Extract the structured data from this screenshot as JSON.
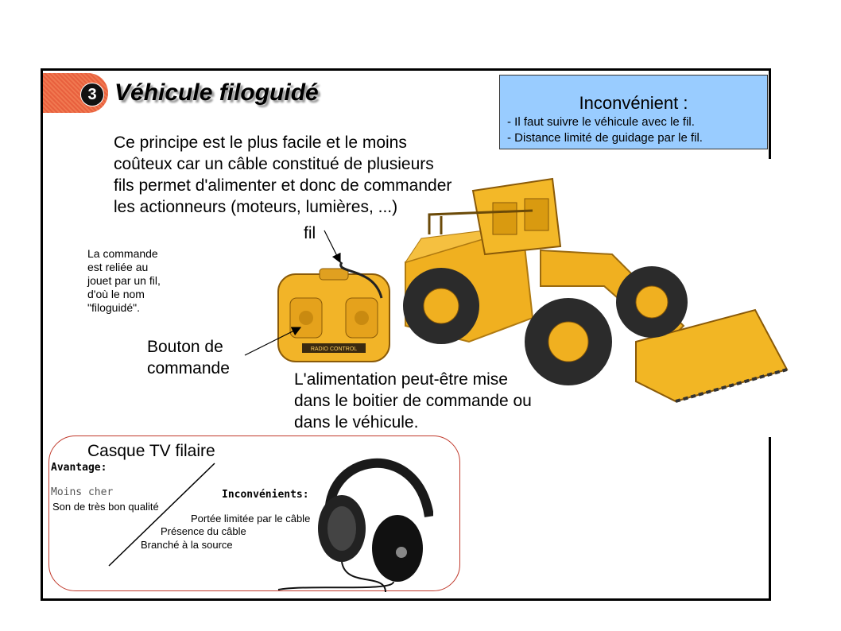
{
  "slide": {
    "number": "3",
    "title": "Véhicule filoguidé",
    "info_box": {
      "heading": "Inconvénient :",
      "lines": [
        "- Il faut suivre le véhicule avec le fil.",
        "- Distance limité de guidage par le fil."
      ]
    },
    "main_paragraph": [
      "Ce principe est le plus facile et le moins",
      "coûteux car un câble constitué de plusieurs",
      "fils permet d'alimenter et donc de commander",
      "les actionneurs (moteurs, lumières, ...)"
    ],
    "label_fil": "fil",
    "side_note": [
      "La commande",
      "est reliée au",
      "jouet par un fil,",
      "d'où le nom",
      "\"filoguidé\"."
    ],
    "bouton_label": [
      "Bouton de",
      "commande"
    ],
    "alimentation": [
      "L'alimentation peut-être mise",
      "dans le boitier de commande ou",
      "dans le véhicule."
    ],
    "remote_text": "RADIO CONTROL",
    "casque": {
      "title": "Casque TV filaire",
      "avantage_heading": "Avantage:",
      "avantages": [
        "Moins cher",
        "Son de très bon qualité"
      ],
      "inconvenients_heading": "Inconvénients:",
      "inconvenients": [
        "Portée limitée par le câble",
        "Présence du câble",
        "Branché à la source"
      ]
    }
  },
  "colors": {
    "info_bg": "#99ccff",
    "badge": "#e8603e",
    "frame": "#c0392b",
    "loader": "#f0b020"
  }
}
